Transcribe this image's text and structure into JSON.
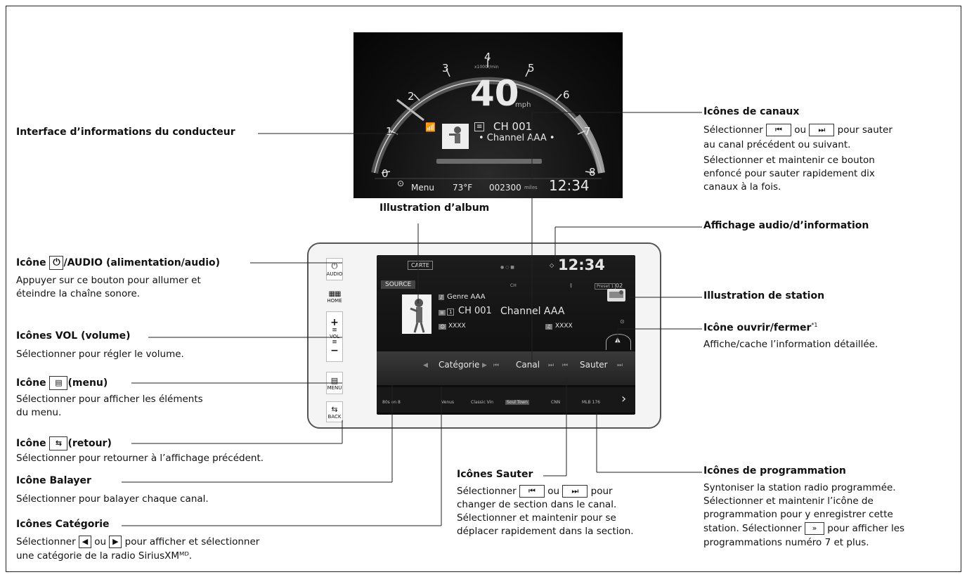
{
  "cluster": {
    "speed": "40",
    "speed_unit": "mph",
    "tach_label": "x1000r/min",
    "tach_numbers": [
      "0",
      "1",
      "2",
      "3",
      "4",
      "5",
      "6",
      "7",
      "8"
    ],
    "channel_num": "CH 001",
    "channel_name": "• Channel AAA •",
    "menu": "Menu",
    "temp": "73°F",
    "odometer": "002300",
    "odo_unit": "miles",
    "clock": "12:34"
  },
  "screen": {
    "carte": "CARTE",
    "source": "SOURCE",
    "clock": "12:34",
    "ch_small": "CH",
    "preset": "Preset 1",
    "preset_num": "02",
    "genre": "Genre AAA",
    "channel_num": "CH 001",
    "channel_name": "Channel AAA",
    "xxxx_left": "XXXX",
    "xxxx_right": "XXXX",
    "cat": "Catégorie",
    "canal": "Canal",
    "sauter": "Sauter",
    "presets": [
      "80s on 8",
      "Venus",
      "Classic Vin",
      "Soul Town",
      "CNN",
      "MLB 176"
    ]
  },
  "headunit": {
    "audio_label": "AUDIO",
    "home_label": "HOME",
    "vol_label": "VOL",
    "menu_label": "MENU",
    "back_label": "BACK"
  },
  "labels": {
    "driver_info": "Interface d’informations du conducteur",
    "album": "Illustration d’album",
    "power_pre": "Icône",
    "power_post": "/AUDIO (alimentation/audio)",
    "power_d1": "Appuyer sur ce bouton pour allumer et",
    "power_d2": "éteindre la chaîne sonore.",
    "vol": "Icônes VOL (volume)",
    "vol_d": "Sélectionner pour régler le volume.",
    "menu_pre": "Icône",
    "menu_post": "(menu)",
    "menu_d1": "Sélectionner pour afficher les éléments",
    "menu_d2": "du menu.",
    "back_pre": "Icône",
    "back_post": "(retour)",
    "back_d": "Sélectionner pour retourner à l’affichage précédent.",
    "scan": "Icône Balayer",
    "scan_d": "Sélectionner pour balayer chaque canal.",
    "cat": "Icônes Catégorie",
    "cat_d1_a": "Sélectionner",
    "cat_d1_b": "ou",
    "cat_d1_c": "pour afficher et sélectionner",
    "cat_d2": "une catégorie de la radio SiriusXMᴹᴰ.",
    "chan": "Icônes de canaux",
    "chan_d1_a": "Sélectionner",
    "chan_d1_b": "ou",
    "chan_d1_c": "pour sauter",
    "chan_d2": "au canal précédent ou suivant.",
    "chan_d3": "Sélectionner et maintenir ce bouton",
    "chan_d4": "enfoncé pour sauter rapidement dix",
    "chan_d5": "canaux à la fois.",
    "audio_disp": "Affichage audio/d’information",
    "station": "Illustration de station",
    "openclose": "Icône ouvrir/fermer",
    "openclose_sup": "*1",
    "openclose_d": "Affiche/cache l’information détaillée.",
    "skip": "Icônes Sauter",
    "skip_d1_a": "Sélectionner",
    "skip_d1_b": "ou",
    "skip_d1_c": "pour",
    "skip_d2": "changer de section dans le canal.",
    "skip_d3": "Sélectionner et maintenir pour se",
    "skip_d4": "déplacer rapidement dans la section.",
    "prog": "Icônes de programmation",
    "prog_d1": "Syntoniser la station radio programmée.",
    "prog_d2": "Sélectionner et maintenir l’icône de",
    "prog_d3": "programmation pour y enregistrer cette",
    "prog_d4_a": "station. Sélectionner",
    "prog_d4_b": "pour afficher les",
    "prog_d5": "programmations numéro 7 et plus."
  },
  "colors": {
    "screen_bg": "#111111",
    "line": "#222222"
  }
}
